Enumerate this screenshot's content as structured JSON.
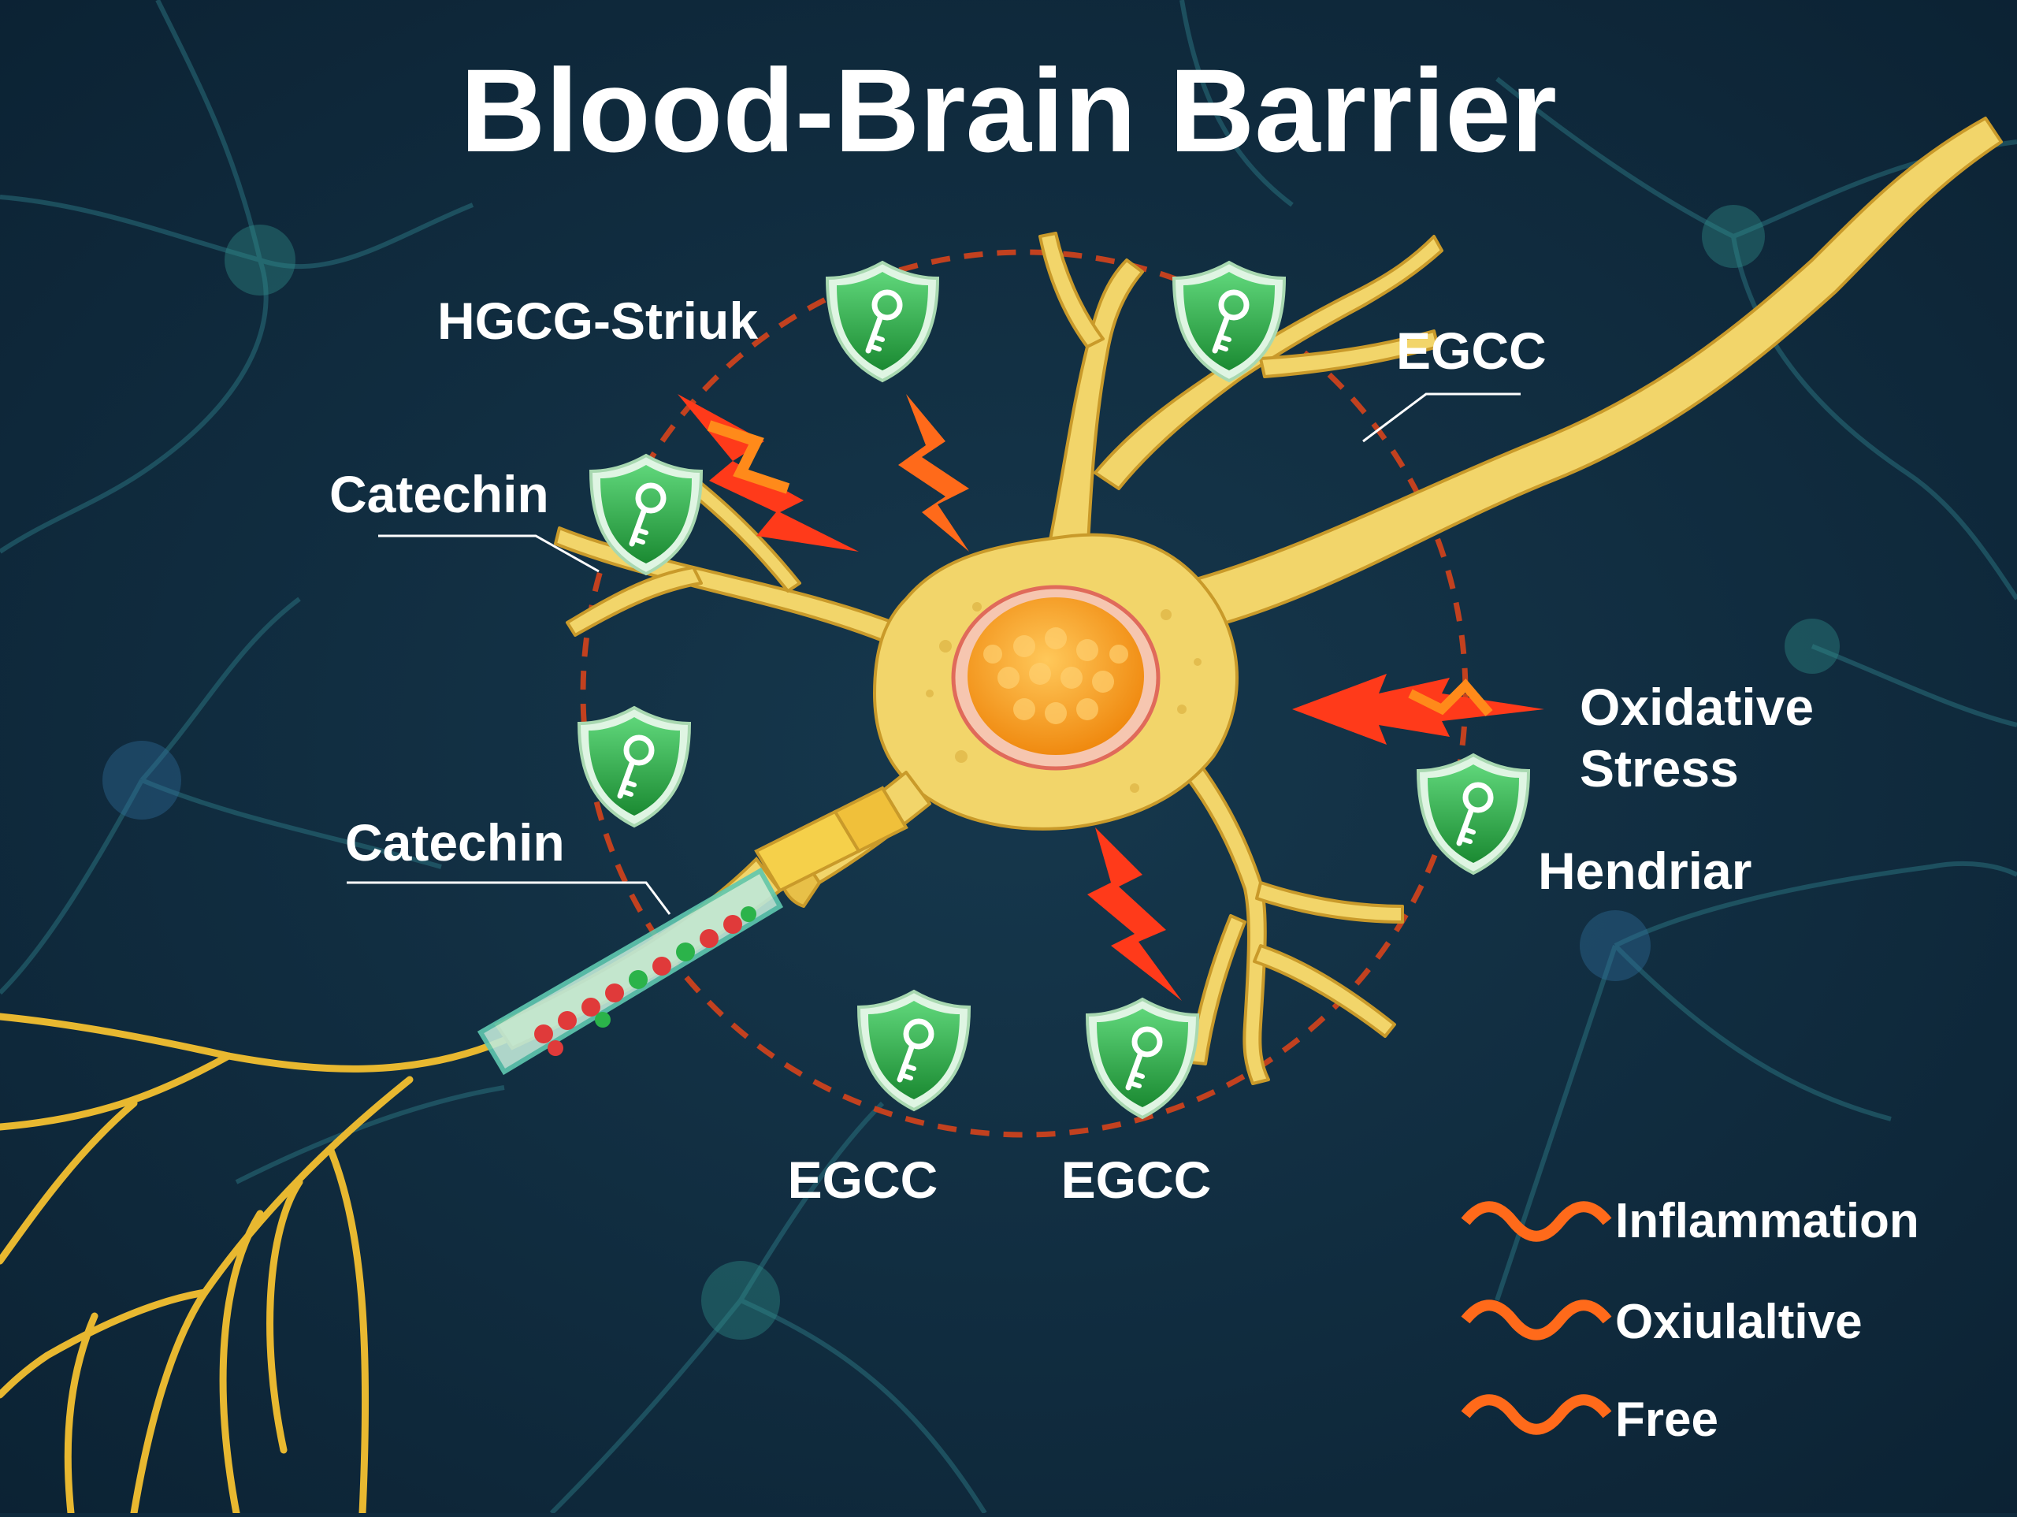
{
  "title": "Blood-Brain Barrier",
  "labels": {
    "top_left": "HGCG-Striuk",
    "top_right": "EGCC",
    "left_upper": "Catechin",
    "left_lower": "Catechin",
    "right_upper_line1": "Oxidative",
    "right_upper_line2": "Stress",
    "right_lower": "Hendriar",
    "bottom_left": "EGCC",
    "bottom_right": "EGCC"
  },
  "legend": {
    "items": [
      {
        "label": "Inflammation",
        "color": "#ff6a1a"
      },
      {
        "label": "Oxiulaltive",
        "color": "#ff6a1a"
      },
      {
        "label": "Free",
        "color": "#ff6a1a"
      }
    ]
  },
  "colors": {
    "background": "#0f2a3d",
    "neuron": "#f2d56a",
    "nucleus": "#f5a623",
    "shield": "#2bb34a",
    "barrier_ring": "#c2411f",
    "bolt": "#ff4a1a"
  },
  "icons": [
    "shield-key-icon",
    "lightning-bolt-icon",
    "wave-icon"
  ]
}
